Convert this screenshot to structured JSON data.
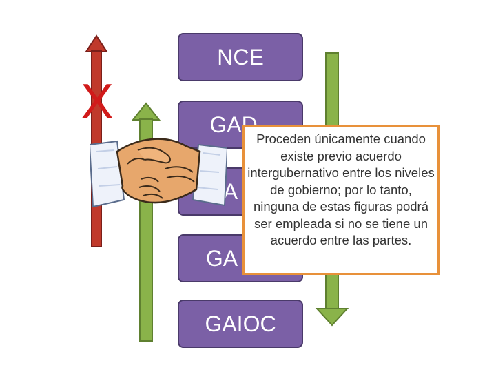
{
  "levels": [
    {
      "label": "NCE"
    },
    {
      "label": "GAD"
    },
    {
      "label": "GA"
    },
    {
      "label": "GA"
    },
    {
      "label": "GAIOC"
    }
  ],
  "marker": {
    "text": "X",
    "color": "#d11a1a"
  },
  "callout": {
    "text": "Proceden únicamente cuando existe previo acuerdo intergubernativo entre los niveles de gobierno; por lo tanto, ninguna de estas figuras podrá ser empleada si no se tiene un acuerdo entre las partes."
  },
  "colors": {
    "box_fill": "#7b60a6",
    "arrow_red": "#c0392b",
    "arrow_green": "#8ab34a",
    "callout_border": "#e8913a"
  },
  "icons": [
    "handshake-icon",
    "red-up-arrow",
    "green-up-arrow",
    "green-down-arrow"
  ]
}
